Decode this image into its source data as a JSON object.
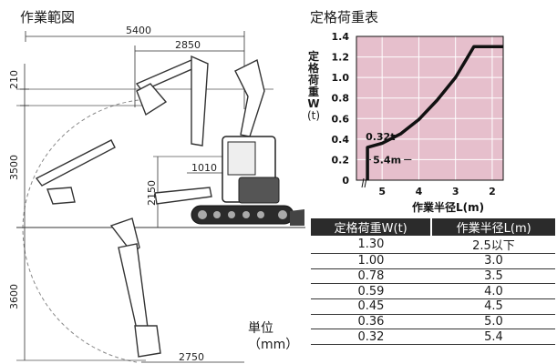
{
  "work_range": {
    "title": "作業範図",
    "dims": {
      "d5400": "5400",
      "d2850": "2850",
      "d210": "210",
      "d3500": "3500",
      "d2150": "2150",
      "d1010": "1010",
      "d3600": "3600",
      "d2750": "2750"
    },
    "unit_line1": "単位",
    "unit_line2": "（mm）"
  },
  "load_chart": {
    "title": "定格荷重表",
    "ylabel": [
      "定",
      "格",
      "荷",
      "重",
      "W",
      "(t)"
    ],
    "xlabel": "作業半径L(m)",
    "annotations": {
      "load": "0.32t",
      "radius": "5.4m"
    }
  },
  "chart_data": {
    "type": "line",
    "title": "定格荷重表",
    "xlabel": "作業半径L(m)",
    "ylabel": "定格荷重W(t)",
    "x_reversed": true,
    "xlim": [
      5.7,
      1.7
    ],
    "ylim": [
      0,
      1.4
    ],
    "xticks": [
      "5",
      "4",
      "3",
      "2"
    ],
    "xtick_values": [
      5,
      4,
      3,
      2
    ],
    "yticks": [
      "0",
      "0.2",
      "0.4",
      "0.6",
      "0.8",
      "1.0",
      "1.2",
      "1.4"
    ],
    "ytick_values": [
      0,
      0.2,
      0.4,
      0.6,
      0.8,
      1.0,
      1.2,
      1.4
    ],
    "grid": true,
    "series": [
      {
        "x": [
          5.4,
          5.4,
          5.0,
          4.5,
          4.0,
          3.5,
          3.0,
          2.5,
          1.7
        ],
        "y": [
          0.0,
          0.32,
          0.36,
          0.45,
          0.59,
          0.78,
          1.0,
          1.3,
          1.3
        ]
      }
    ],
    "colors": {
      "shade": "#e6bfcc",
      "line": "#111111"
    }
  },
  "table": {
    "headers": [
      "定格荷重W(t)",
      "作業半径L(m)"
    ],
    "rows": [
      [
        "1.30",
        "2.5以下"
      ],
      [
        "1.00",
        "3.0"
      ],
      [
        "0.78",
        "3.5"
      ],
      [
        "0.59",
        "4.0"
      ],
      [
        "0.45",
        "4.5"
      ],
      [
        "0.36",
        "5.0"
      ],
      [
        "0.32",
        "5.4"
      ]
    ]
  }
}
